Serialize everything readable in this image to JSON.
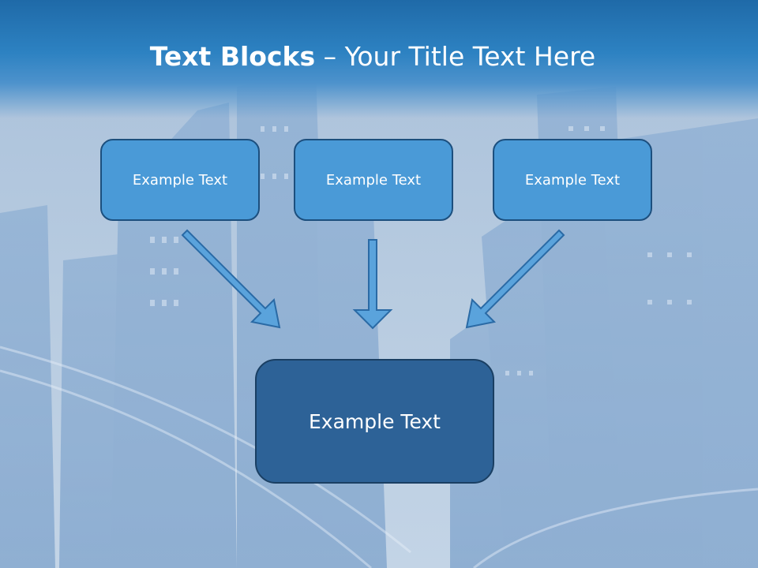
{
  "title": {
    "bold": "Text Blocks",
    "rest": " – Your Title Text Here"
  },
  "blocks": [
    {
      "label": "Example Text"
    },
    {
      "label": "Example Text"
    },
    {
      "label": "Example Text"
    }
  ],
  "result_block": {
    "label": "Example Text"
  },
  "colors": {
    "header": "#2d82c2",
    "box_fill": "#4a9ad7",
    "box_border": "#1c4f7e",
    "result_fill": "#2d6297",
    "arrow_fill": "#5aa3dc",
    "arrow_stroke": "#2a6aa5"
  }
}
